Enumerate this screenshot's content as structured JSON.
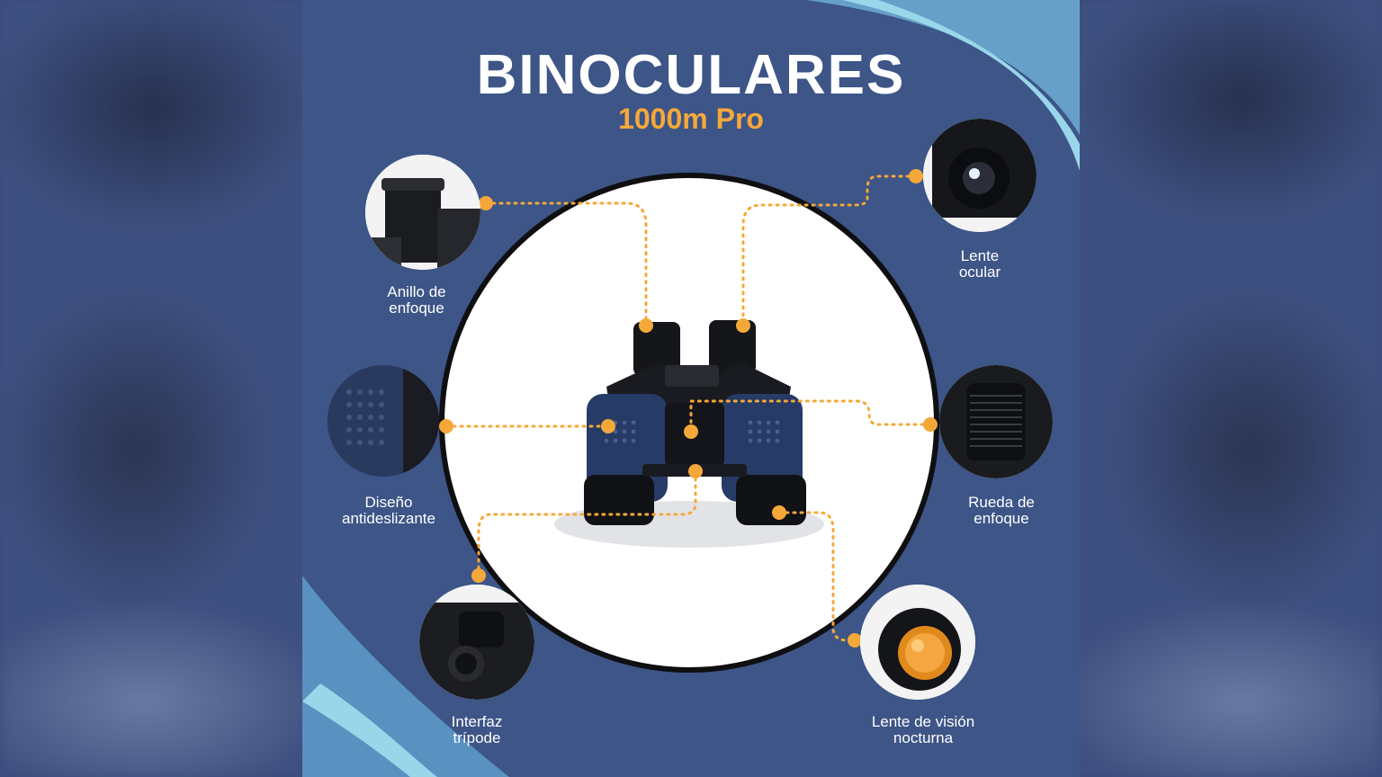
{
  "title": "BINOCULARES",
  "subtitle": "1000m Pro",
  "features": {
    "anillo": {
      "line1": "Anillo de",
      "line2": "enfoque",
      "icon": "focus-ring-icon"
    },
    "lente_ocular": {
      "line1": "Lente",
      "line2": "ocular",
      "icon": "eyepiece-lens-icon"
    },
    "diseno": {
      "line1": "Diseño",
      "line2": "antideslizante",
      "icon": "anti-slip-texture-icon"
    },
    "rueda": {
      "line1": "Rueda de",
      "line2": "enfoque",
      "icon": "focus-wheel-icon"
    },
    "tripode": {
      "line1": "Interfaz",
      "line2": "trípode",
      "icon": "tripod-mount-icon"
    },
    "vision_nocturna": {
      "line1": "Lente de visión",
      "line2": "nocturna",
      "icon": "night-vision-lens-icon"
    }
  },
  "colors": {
    "background": "#3d5587",
    "accent": "#f5a83a",
    "highlight": "#8fd3e8"
  }
}
